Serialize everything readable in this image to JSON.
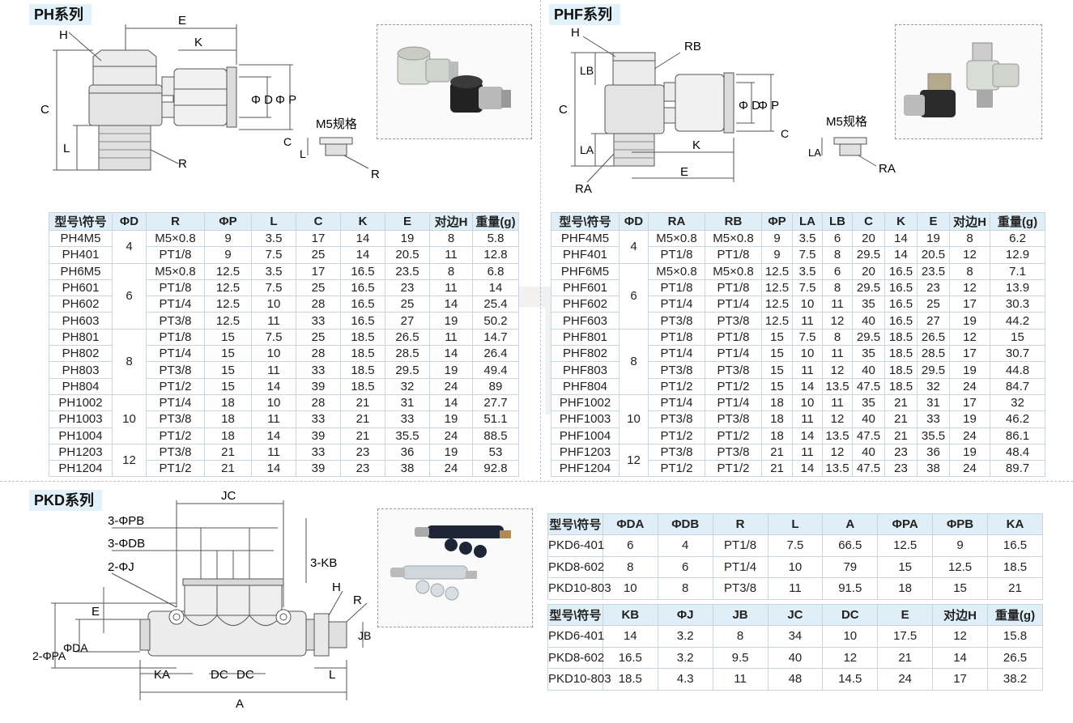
{
  "sections": {
    "ph": {
      "title": "PH系列",
      "m5_caption": "M5规格"
    },
    "phf": {
      "title": "PHF系列",
      "m5_caption": "M5规格"
    },
    "pkd": {
      "title": "PKD系列"
    }
  },
  "dims": {
    "ph": {
      "E": "E",
      "K": "K",
      "H": "H",
      "C": "C",
      "L": "L",
      "R": "R",
      "PD": "Φ D",
      "PP": "Φ P",
      "C2": "C",
      "L2": "L",
      "R2": "R"
    },
    "phf": {
      "H": "H",
      "RB": "RB",
      "LB": "LB",
      "C": "C",
      "LA": "LA",
      "RA": "RA",
      "K": "K",
      "E": "E",
      "PD": "Φ D",
      "PP": "Φ P",
      "C2": "C",
      "LA2": "LA",
      "RA2": "RA"
    },
    "pkd": {
      "JC": "JC",
      "PB": "3-ΦPB",
      "DB": "3-ΦDB",
      "J": "2-ΦJ",
      "KB": "3-KB",
      "H": "H",
      "R": "R",
      "E": "E",
      "PA": "2-ΦPA",
      "DA": "ΦDA",
      "JB": "JB",
      "KA": "KA",
      "DC1": "DC",
      "DC2": "DC",
      "L": "L",
      "A": "A"
    }
  },
  "watermark": "HVT",
  "ph_table": {
    "headers": [
      "型号\\符号",
      "ΦD",
      "R",
      "ΦP",
      "L",
      "C",
      "K",
      "E",
      "对边H",
      "重量(g)"
    ],
    "groups": [
      {
        "d": "4",
        "rows": [
          [
            "PH4M5",
            "M5×0.8",
            "9",
            "3.5",
            "17",
            "14",
            "19",
            "8",
            "5.8"
          ],
          [
            "PH401",
            "PT1/8",
            "9",
            "7.5",
            "25",
            "14",
            "20.5",
            "11",
            "12.8"
          ]
        ]
      },
      {
        "d": "6",
        "rows": [
          [
            "PH6M5",
            "M5×0.8",
            "12.5",
            "3.5",
            "17",
            "16.5",
            "23.5",
            "8",
            "6.8"
          ],
          [
            "PH601",
            "PT1/8",
            "12.5",
            "7.5",
            "25",
            "16.5",
            "23",
            "11",
            "14"
          ],
          [
            "PH602",
            "PT1/4",
            "12.5",
            "10",
            "28",
            "16.5",
            "25",
            "14",
            "25.4"
          ],
          [
            "PH603",
            "PT3/8",
            "12.5",
            "11",
            "33",
            "16.5",
            "27",
            "19",
            "50.2"
          ]
        ]
      },
      {
        "d": "8",
        "rows": [
          [
            "PH801",
            "PT1/8",
            "15",
            "7.5",
            "25",
            "18.5",
            "26.5",
            "11",
            "14.7"
          ],
          [
            "PH802",
            "PT1/4",
            "15",
            "10",
            "28",
            "18.5",
            "28.5",
            "14",
            "26.4"
          ],
          [
            "PH803",
            "PT3/8",
            "15",
            "11",
            "33",
            "18.5",
            "29.5",
            "19",
            "49.4"
          ],
          [
            "PH804",
            "PT1/2",
            "15",
            "14",
            "39",
            "18.5",
            "32",
            "24",
            "89"
          ]
        ]
      },
      {
        "d": "10",
        "rows": [
          [
            "PH1002",
            "PT1/4",
            "18",
            "10",
            "28",
            "21",
            "31",
            "14",
            "27.7"
          ],
          [
            "PH1003",
            "PT3/8",
            "18",
            "11",
            "33",
            "21",
            "33",
            "19",
            "51.1"
          ],
          [
            "PH1004",
            "PT1/2",
            "18",
            "14",
            "39",
            "21",
            "35.5",
            "24",
            "88.5"
          ]
        ]
      },
      {
        "d": "12",
        "rows": [
          [
            "PH1203",
            "PT3/8",
            "21",
            "11",
            "33",
            "23",
            "36",
            "19",
            "53"
          ],
          [
            "PH1204",
            "PT1/2",
            "21",
            "14",
            "39",
            "23",
            "38",
            "24",
            "92.8"
          ]
        ]
      }
    ]
  },
  "phf_table": {
    "headers": [
      "型号\\符号",
      "ΦD",
      "RA",
      "RB",
      "ΦP",
      "LA",
      "LB",
      "C",
      "K",
      "E",
      "对边H",
      "重量(g)"
    ],
    "groups": [
      {
        "d": "4",
        "rows": [
          [
            "PHF4M5",
            "M5×0.8",
            "M5×0.8",
            "9",
            "3.5",
            "6",
            "20",
            "14",
            "19",
            "8",
            "6.2"
          ],
          [
            "PHF401",
            "PT1/8",
            "PT1/8",
            "9",
            "7.5",
            "8",
            "29.5",
            "14",
            "20.5",
            "12",
            "12.9"
          ]
        ]
      },
      {
        "d": "6",
        "rows": [
          [
            "PHF6M5",
            "M5×0.8",
            "M5×0.8",
            "12.5",
            "3.5",
            "6",
            "20",
            "16.5",
            "23.5",
            "8",
            "7.1"
          ],
          [
            "PHF601",
            "PT1/8",
            "PT1/8",
            "12.5",
            "7.5",
            "8",
            "29.5",
            "16.5",
            "23",
            "12",
            "13.9"
          ],
          [
            "PHF602",
            "PT1/4",
            "PT1/4",
            "12.5",
            "10",
            "11",
            "35",
            "16.5",
            "25",
            "17",
            "30.3"
          ],
          [
            "PHF603",
            "PT3/8",
            "PT3/8",
            "12.5",
            "11",
            "12",
            "40",
            "16.5",
            "27",
            "19",
            "44.2"
          ]
        ]
      },
      {
        "d": "8",
        "rows": [
          [
            "PHF801",
            "PT1/8",
            "PT1/8",
            "15",
            "7.5",
            "8",
            "29.5",
            "18.5",
            "26.5",
            "12",
            "15"
          ],
          [
            "PHF802",
            "PT1/4",
            "PT1/4",
            "15",
            "10",
            "11",
            "35",
            "18.5",
            "28.5",
            "17",
            "30.7"
          ],
          [
            "PHF803",
            "PT3/8",
            "PT3/8",
            "15",
            "11",
            "12",
            "40",
            "18.5",
            "29.5",
            "19",
            "44.8"
          ],
          [
            "PHF804",
            "PT1/2",
            "PT1/2",
            "15",
            "14",
            "13.5",
            "47.5",
            "18.5",
            "32",
            "24",
            "84.7"
          ]
        ]
      },
      {
        "d": "10",
        "rows": [
          [
            "PHF1002",
            "PT1/4",
            "PT1/4",
            "18",
            "10",
            "11",
            "35",
            "21",
            "31",
            "17",
            "32"
          ],
          [
            "PHF1003",
            "PT3/8",
            "PT3/8",
            "18",
            "11",
            "12",
            "40",
            "21",
            "33",
            "19",
            "46.2"
          ],
          [
            "PHF1004",
            "PT1/2",
            "PT1/2",
            "18",
            "14",
            "13.5",
            "47.5",
            "21",
            "35.5",
            "24",
            "86.1"
          ]
        ]
      },
      {
        "d": "12",
        "rows": [
          [
            "PHF1203",
            "PT3/8",
            "PT3/8",
            "21",
            "11",
            "12",
            "40",
            "23",
            "36",
            "19",
            "48.4"
          ],
          [
            "PHF1204",
            "PT1/2",
            "PT1/2",
            "21",
            "14",
            "13.5",
            "47.5",
            "23",
            "38",
            "24",
            "89.7"
          ]
        ]
      }
    ]
  },
  "pkd_table1": {
    "headers": [
      "型号\\符号",
      "ΦDA",
      "ΦDB",
      "R",
      "L",
      "A",
      "ΦPA",
      "ΦPB",
      "KA"
    ],
    "rows": [
      [
        "PKD6-401",
        "6",
        "4",
        "PT1/8",
        "7.5",
        "66.5",
        "12.5",
        "9",
        "16.5"
      ],
      [
        "PKD8-602",
        "8",
        "6",
        "PT1/4",
        "10",
        "79",
        "15",
        "12.5",
        "18.5"
      ],
      [
        "PKD10-803",
        "10",
        "8",
        "PT3/8",
        "11",
        "91.5",
        "18",
        "15",
        "21"
      ]
    ]
  },
  "pkd_table2": {
    "headers": [
      "型号\\符号",
      "KB",
      "ΦJ",
      "JB",
      "JC",
      "DC",
      "E",
      "对边H",
      "重量(g)"
    ],
    "rows": [
      [
        "PKD6-401",
        "14",
        "3.2",
        "8",
        "34",
        "10",
        "17.5",
        "12",
        "15.8"
      ],
      [
        "PKD8-602",
        "16.5",
        "3.2",
        "9.5",
        "40",
        "12",
        "21",
        "14",
        "26.5"
      ],
      [
        "PKD10-803",
        "18.5",
        "4.3",
        "11",
        "48",
        "14.5",
        "24",
        "17",
        "38.2"
      ]
    ]
  }
}
